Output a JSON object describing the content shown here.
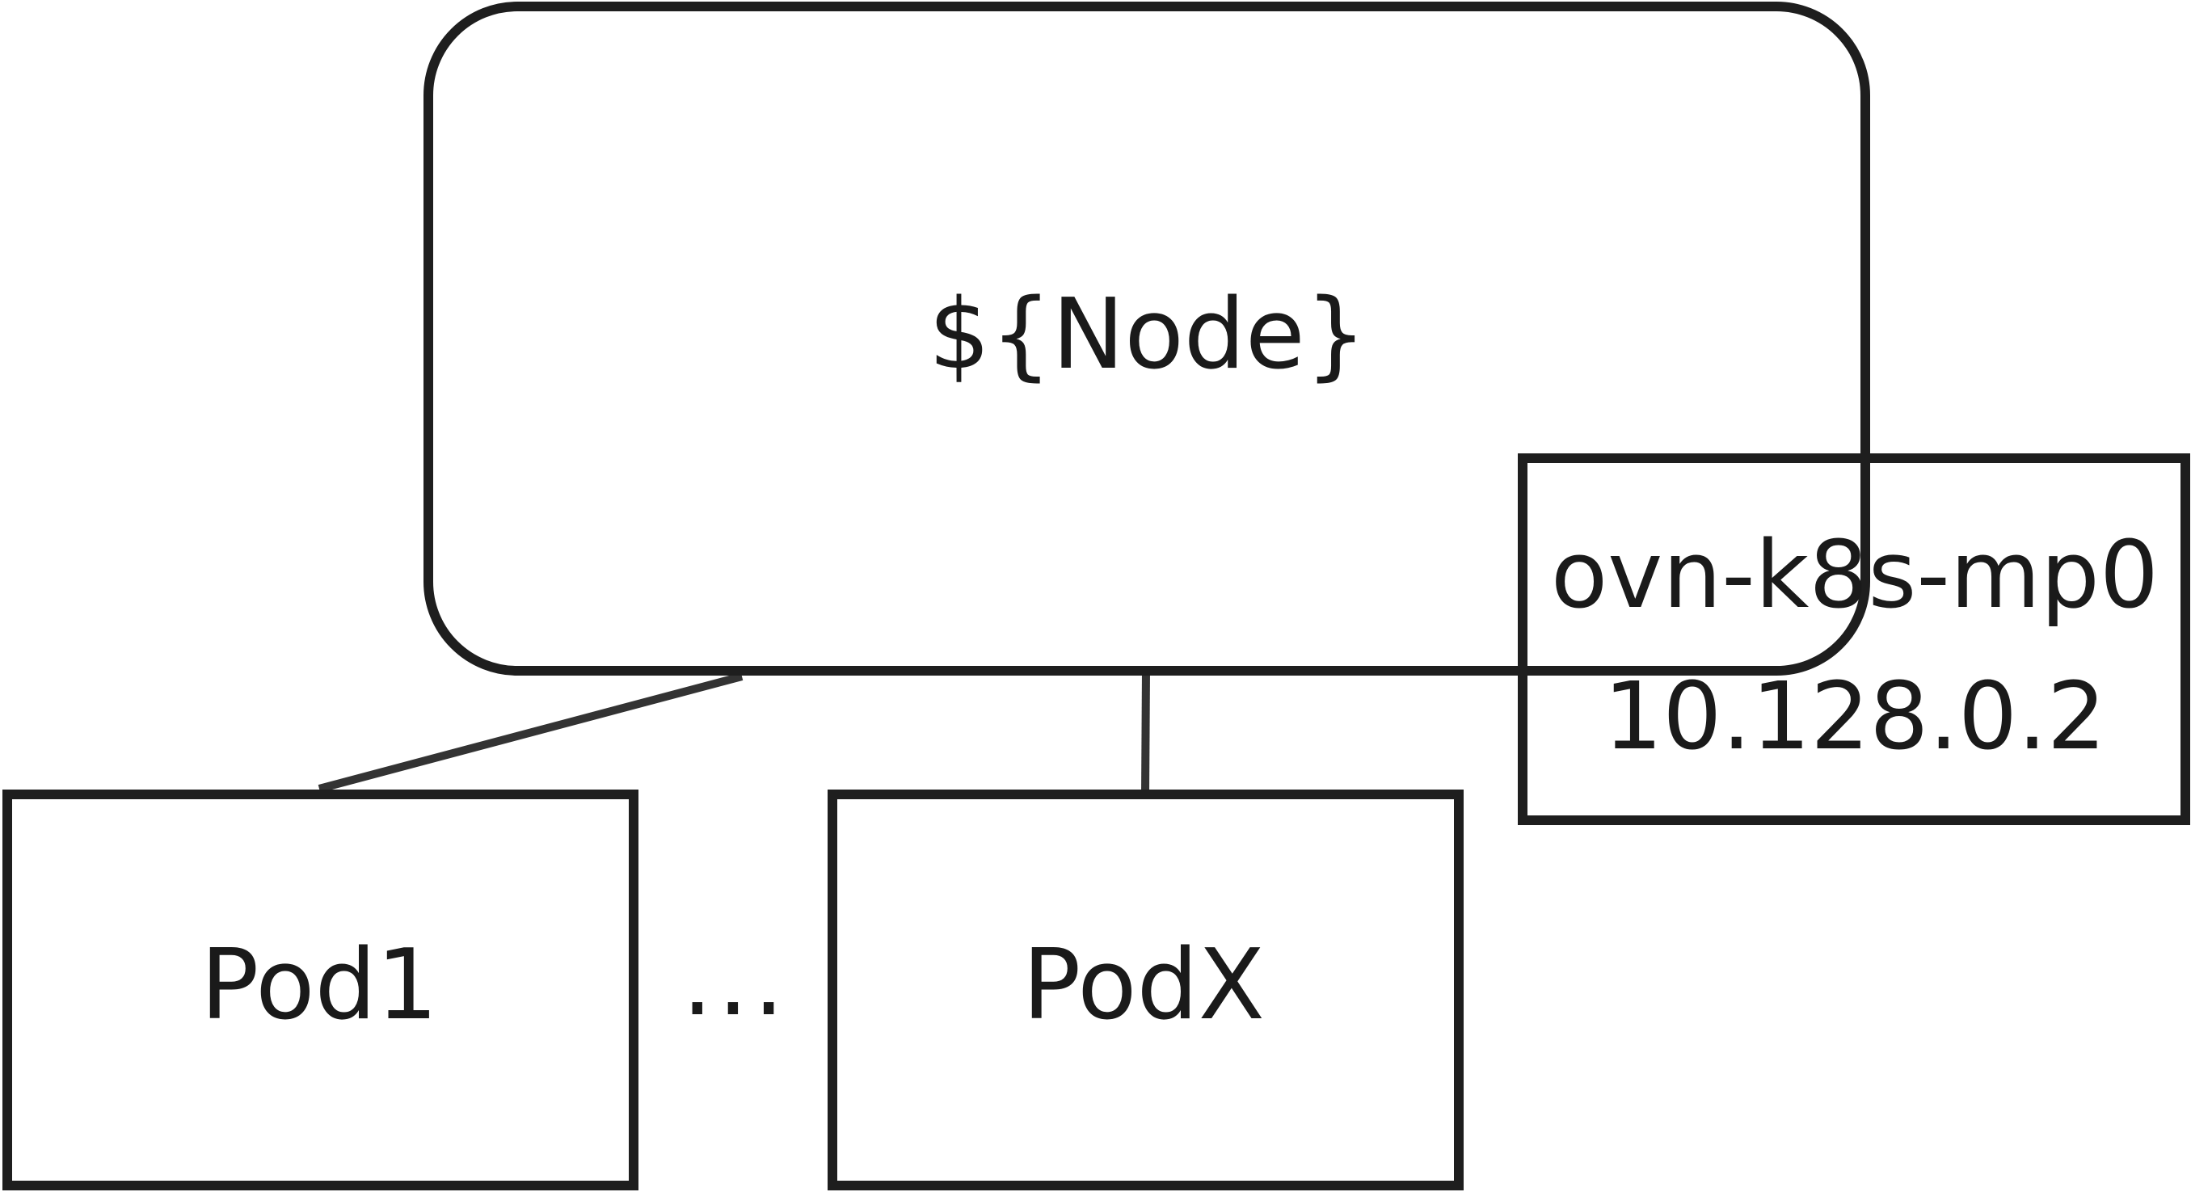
{
  "diagram": {
    "node": {
      "label": "${Node}"
    },
    "pods": [
      {
        "label": "Pod1"
      },
      {
        "label": "PodX"
      }
    ],
    "ellipsis": "...",
    "interface": {
      "name": "ovn-k8s-mp0",
      "ip": "10.128.0.2"
    }
  },
  "colors": {
    "stroke": "#1e1e1e",
    "connector": "#333333",
    "background": "#ffffff",
    "text": "#1a1a1a"
  }
}
